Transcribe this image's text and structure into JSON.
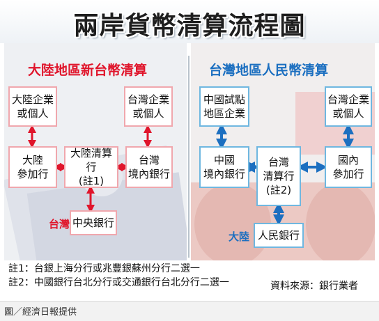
{
  "title": "兩岸貨幣清算流程圖",
  "left": {
    "heading": "大陸地區新台幣清算",
    "boxes": {
      "mainland_corp": "大陸企業\n或個人",
      "taiwan_corp": "台灣企業\n或個人",
      "mainland_bank": "大陸\n參加行",
      "mainland_clearing": "大陸清算行\n(註1)",
      "taiwan_domestic": "台灣\n境內銀行",
      "central_bank": "中央銀行"
    },
    "region_label": "台灣"
  },
  "right": {
    "heading": "台灣地區人民幣清算",
    "boxes": {
      "china_pilot": "中國試點\n地區企業",
      "taiwan_corp": "台灣企業\n或個人",
      "china_domestic": "中國\n境內銀行",
      "taiwan_clearing": "台灣\n清算行\n(註2)",
      "domestic_bank": "國內\n參加行",
      "pboc": "人民銀行"
    },
    "region_label": "大陸"
  },
  "notes": [
    "註1：台銀上海分行或兆豐銀蘇州分行二選一",
    "註2：中國銀行台北分行或交通銀行台北分行二選一"
  ],
  "source": "資料來源：銀行業者",
  "credit": "圖／經濟日報提供",
  "colors": {
    "red": "#e0152b",
    "blue": "#1c6fc0",
    "pink_border": "#f0a7ad",
    "blue_border": "#6fb7e0"
  }
}
